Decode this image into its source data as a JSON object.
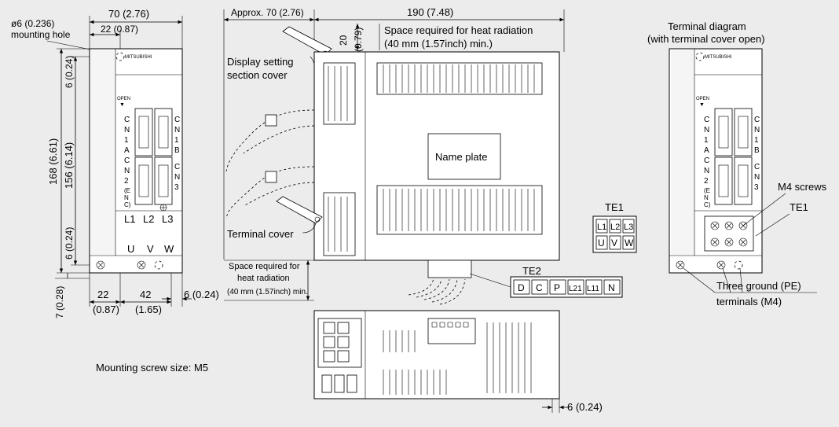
{
  "front_view": {
    "hole_dia": "ø6 (0.236)",
    "hole_label": "mounting hole",
    "width_total": "70 (2.76)",
    "hole_offset": "22 (0.87)",
    "brand": "MITSUBISHI",
    "open_label": "OPEN",
    "cn1a": "CN1A",
    "cn1b": "CN1B",
    "cn2": "CN2(ENC)",
    "cn3": "CN3",
    "terminals_top": [
      "L1",
      "L2",
      "L3"
    ],
    "terminals_bottom": [
      "U",
      "V",
      "W"
    ],
    "height_total": "168 (6.61)",
    "height_inner": "156 (6.14)",
    "top_margin": "6 (0.24)",
    "bottom_margin": "6 (0.24)",
    "bottom_offset": "7 (0.28)",
    "bottom_22": "22",
    "bottom_22_in": "(0.87)",
    "bottom_42": "42",
    "bottom_42_in": "(1.65)",
    "right_margin": "6 (0.24)"
  },
  "side_view": {
    "approx_depth": "Approx. 70 (2.76)",
    "depth": "190 (7.48)",
    "top_gap": "20",
    "top_gap_in": "(0.79)",
    "heat_top_line1": "Space required for heat radiation",
    "heat_top_line2": "(40 mm (1.57inch) min.)",
    "display_cover_line1": "Display setting",
    "display_cover_line2": "section cover",
    "name_plate": "Name plate",
    "terminal_cover": "Terminal cover",
    "heat_bottom_line1": "Space required for",
    "heat_bottom_line2": "heat radiation",
    "heat_bottom_line3": "(40 mm (1.57inch) min."
  },
  "te1": {
    "title": "TE1",
    "top_row": [
      "L1",
      "L2",
      "L3"
    ],
    "bottom_row": [
      "U",
      "V",
      "W"
    ]
  },
  "te2": {
    "title": "TE2",
    "cells": [
      "D",
      "C",
      "P",
      "L21",
      "L11",
      "N"
    ]
  },
  "bottom_view": {
    "right_margin": "6 (0.24)"
  },
  "terminal_diagram": {
    "title_line1": "Terminal diagram",
    "title_line2": "(with terminal cover open)",
    "brand": "MITSUBISHI",
    "open_label": "OPEN",
    "m4_screws": "M4 screws",
    "te1": "TE1",
    "ground_line1": "Three ground (PE)",
    "ground_line2": "terminals (M4)"
  },
  "note": "Mounting screw size: M5"
}
